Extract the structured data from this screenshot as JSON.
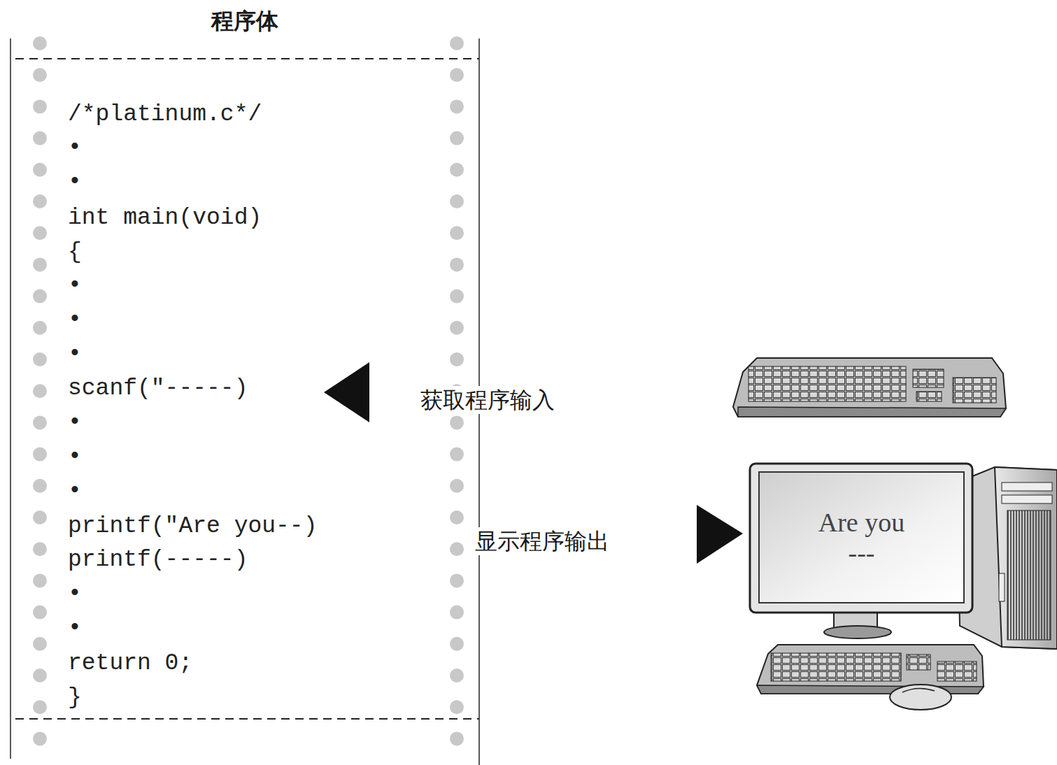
{
  "diagram": {
    "nodes": [
      {
        "text": [
          "程序体",
          "/*platinum.c*/",
          "•",
          "•",
          "int main(void)",
          "{",
          "•",
          "•",
          "•",
          "scanf(\"-----)",
          "•",
          "•",
          "•",
          "printf(\"Are you--)",
          "printf(-----)",
          "•",
          "•",
          "return 0;",
          "}"
        ]
      },
      {
        "text": [
          "Are you",
          "---"
        ]
      }
    ],
    "labels": [
      "获取程序输入",
      "显示程序输出"
    ]
  }
}
